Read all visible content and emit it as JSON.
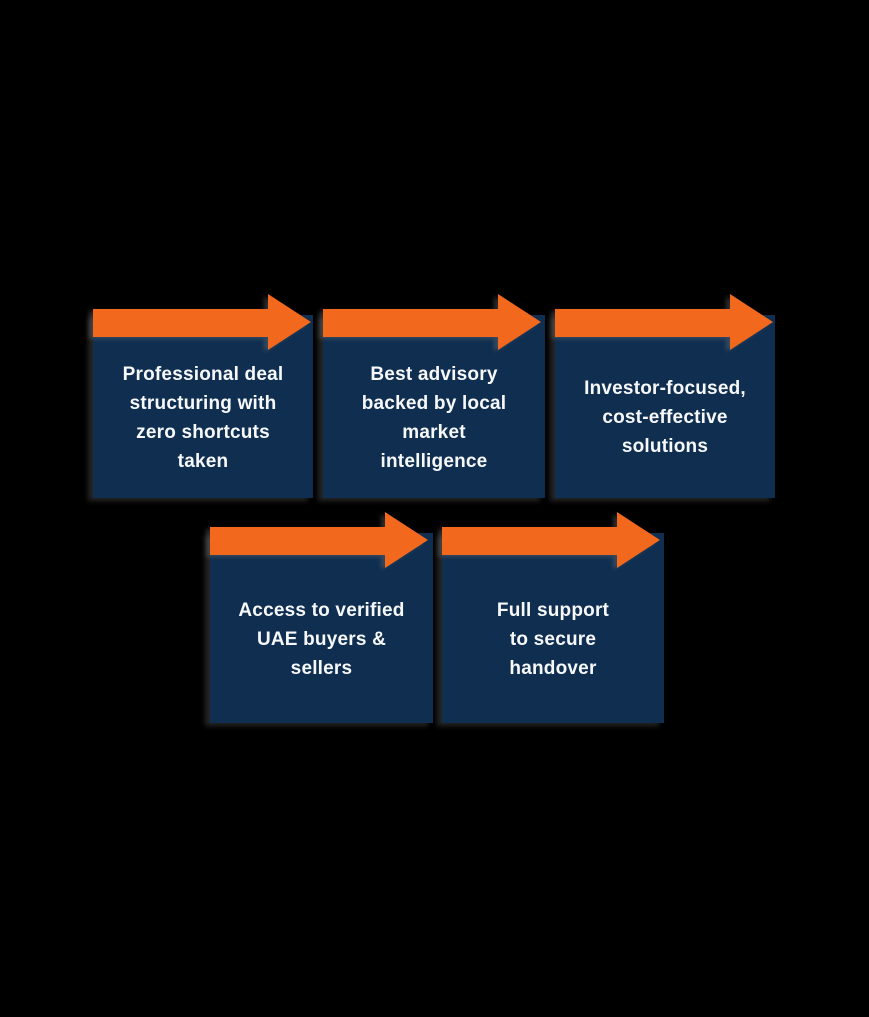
{
  "colors": {
    "background": "#000000",
    "card": "#0F2E50",
    "arrow": "#F2681C",
    "text": "#F7F8FA"
  },
  "cards": [
    {
      "id": "card-1",
      "text": "Professional deal\nstructuring with\nzero shortcuts\ntaken"
    },
    {
      "id": "card-2",
      "text": "Best advisory\nbacked by local\nmarket\nintelligence"
    },
    {
      "id": "card-3",
      "text": "Investor-focused,\ncost-effective\nsolutions"
    },
    {
      "id": "card-4",
      "text": "Access to verified\nUAE buyers &\nsellers"
    },
    {
      "id": "card-5",
      "text": "Full support\nto secure\nhandover"
    }
  ]
}
